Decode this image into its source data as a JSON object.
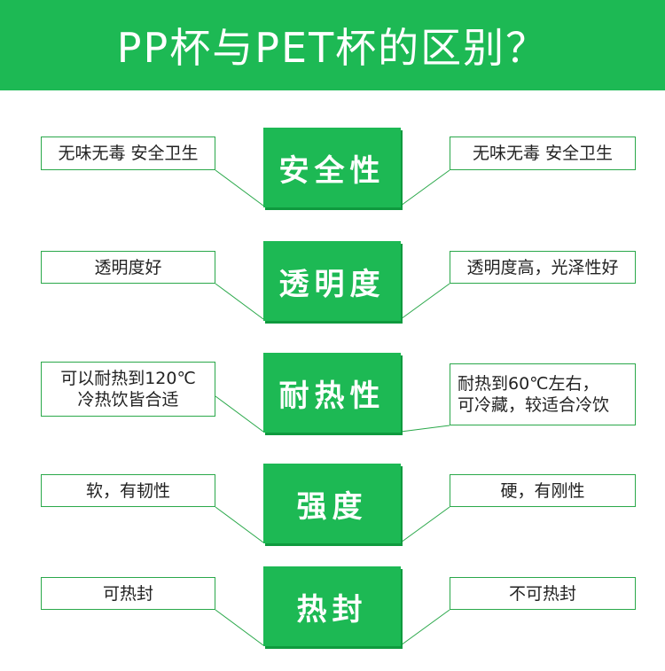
{
  "header": {
    "title": "PP杯与PET杯的区别？"
  },
  "rows": [
    {
      "property": "安全性",
      "pp": "无味无毒 安全卫生",
      "pet": "无味无毒 安全卫生"
    },
    {
      "property": "透明度",
      "pp": "透明度好",
      "pet": "透明度高，光泽性好"
    },
    {
      "property": "耐热性",
      "pp": "可以耐热到120℃\n冷热饮皆合适",
      "pet": "耐热到60℃左右，\n可冷藏，较适合冷饮"
    },
    {
      "property": "强度",
      "pp": "软，有韧性",
      "pet": "硬，有刚性"
    },
    {
      "property": "热封",
      "pp": "可热封",
      "pet": "不可热封"
    }
  ],
  "colors": {
    "brand_green": "#1db954",
    "border_green": "#2aa84a"
  }
}
